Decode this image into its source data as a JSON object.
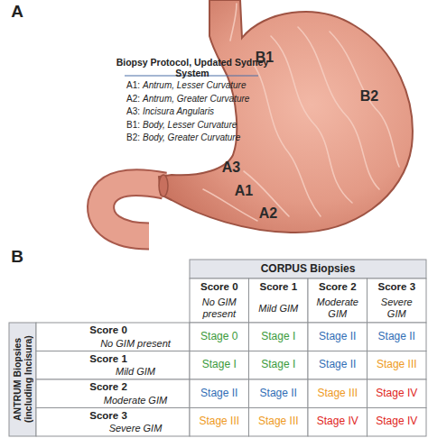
{
  "diagram": {
    "labels": [
      "A",
      "Biopsy Protocol, Updated Sydney System",
      "A1:",
      "Antrum, Lesser Curvature",
      "A2:",
      "Antrum, Greater Curvature",
      "A3:",
      "Incisura Angularis",
      "B1:",
      "Body, Lesser Curvature",
      "B2:",
      "Body, Greater Curvature",
      "B1",
      "B2",
      "A3",
      "A1",
      "A2",
      "B",
      "CORPUS Biopsies",
      "Score 0",
      "No GIM present",
      "Score 1",
      "Mild GIM",
      "Score 2",
      "Moderate GIM",
      "Score 3",
      "Severe GIM",
      "ANTRUM Biopsies (including Incisura)",
      "Score 0",
      "No GIM present",
      "Stage 0",
      "Stage I",
      "Stage II",
      "Stage II",
      "Score 1",
      "Mild GIM",
      "Stage I",
      "Stage I",
      "Stage II",
      "Stage III",
      "Score 2",
      "Moderate GIM",
      "Stage II",
      "Stage II",
      "Stage III",
      "Stage IV",
      "Score 3",
      "Severe GIM",
      "Stage III",
      "Stage III",
      "Stage IV",
      "Stage IV"
    ]
  }
}
